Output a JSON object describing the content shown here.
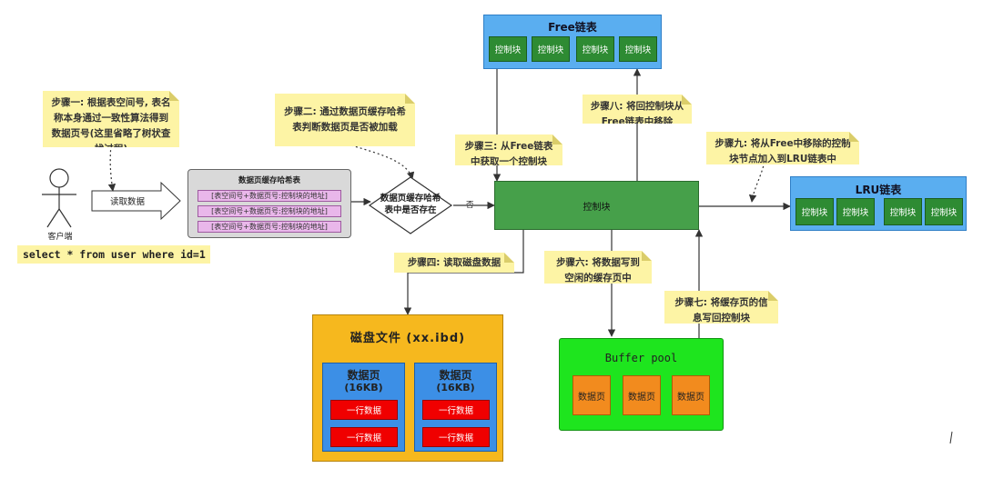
{
  "client": {
    "label": "客户端"
  },
  "read_data": {
    "label": "读取数据"
  },
  "sql": {
    "text": "select * from user where id=1"
  },
  "hash_table": {
    "title": "数据页缓存哈希表",
    "rows": [
      "[表空间号+数据页号:控制块的地址]",
      "[表空间号+数据页号:控制块的地址]",
      "[表空间号+数据页号:控制块的地址]"
    ]
  },
  "decision": {
    "label": "数据页缓存哈希表中是否存在",
    "no_label": "否"
  },
  "control_block": {
    "label": "控制块"
  },
  "free_list": {
    "title": "Free链表",
    "blocks": [
      "控制块",
      "控制块",
      "控制块",
      "控制块"
    ]
  },
  "lru_list": {
    "title": "LRU链表",
    "blocks": [
      "控制块",
      "控制块",
      "控制块",
      "控制块"
    ]
  },
  "disk_file": {
    "title": "磁盘文件 (xx.ibd)",
    "pages": [
      {
        "title": "数据页",
        "size": "(16KB)",
        "rows": [
          "一行数据",
          "一行数据"
        ]
      },
      {
        "title": "数据页",
        "size": "(16KB)",
        "rows": [
          "一行数据",
          "一行数据"
        ]
      }
    ]
  },
  "buffer_pool": {
    "title": "Buffer pool",
    "pages": [
      "数据页",
      "数据页",
      "数据页"
    ]
  },
  "notes": {
    "step1": "步骤一: 根据表空间号, 表名称本身通过一致性算法得到数据页号(这里省略了树状查找过程)",
    "step2": "步骤二: 通过数据页缓存哈希表判断数据页是否被加载",
    "step3": "步骤三: 从Free链表中获取一个控制块",
    "step4": "步骤四: 读取磁盘数据",
    "step6": "步骤六: 将数据写到空闲的缓存页中",
    "step7": "步骤七: 将缓存页的信息写回控制块",
    "step8": "步骤八: 将回控制块从Free链表中移除",
    "step9": "步骤九: 将从Free中移除的控制块节点加入到LRU链表中"
  },
  "colors": {
    "note": "#fdf4a5",
    "control_green": "#46a04a",
    "list_blue": "#5aaef0",
    "disk_orange": "#f6b81e",
    "buffer_green": "#1ee51e",
    "hash_gray": "#d9d9d9",
    "hash_row": "#e9b7ea"
  }
}
